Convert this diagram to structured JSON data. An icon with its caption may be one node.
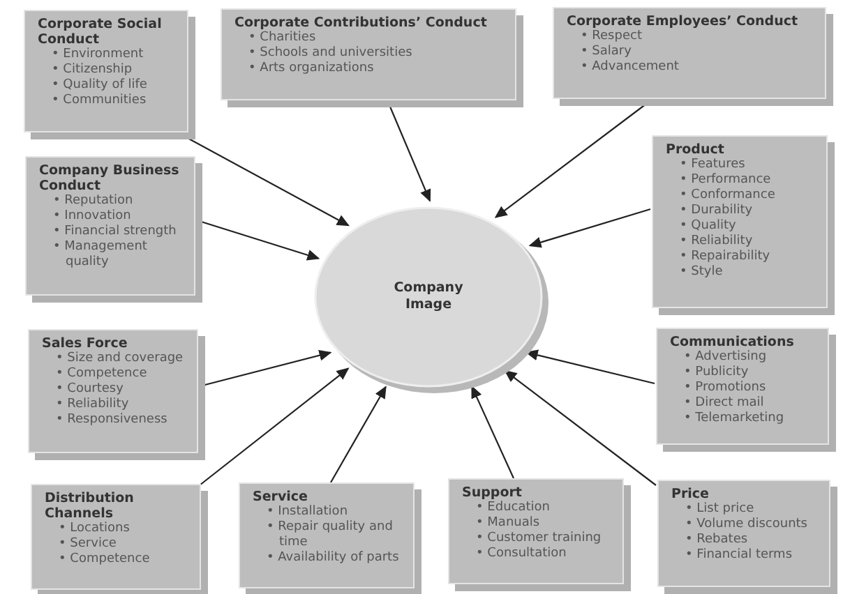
{
  "diagram": {
    "nodes": [
      {
        "text": [
          "Corporate Social Conduct",
          "• Environment",
          "• Citizenship",
          "• Quality of life",
          "• Communities"
        ]
      },
      {
        "text": [
          "Corporate Contributions’ Conduct",
          "• Charities",
          "• Schools and universities",
          "• Arts organizations"
        ]
      },
      {
        "text": [
          "Corporate Employees’ Conduct",
          "• Respect",
          "• Salary",
          "• Advancement"
        ]
      },
      {
        "text": [
          "Company Business Conduct",
          "• Reputation",
          "• Innovation",
          "• Financial strength",
          "• Management quality"
        ]
      },
      {
        "text": [
          "Product",
          "• Features",
          "• Performance",
          "• Conformance",
          "• Durability",
          "• Quality",
          "• Reliability",
          "• Repairability",
          "• Style"
        ]
      },
      {
        "text": [
          "Sales Force",
          "• Size and coverage",
          "• Competence",
          "• Courtesy",
          "• Reliability",
          "• Responsiveness"
        ]
      },
      {
        "text": [
          "Communications",
          "• Advertising",
          "• Publicity",
          "• Promotions",
          "• Direct mail",
          "• Telemarketing"
        ]
      },
      {
        "text": [
          "Distribution Channels",
          "• Locations",
          "• Service",
          "• Competence"
        ]
      },
      {
        "text": [
          "Service",
          "• Installation",
          "• Repair quality and time",
          "• Availability of parts"
        ]
      },
      {
        "text": [
          "Support",
          "• Education",
          "• Manuals",
          "• Customer training",
          "• Consultation"
        ]
      },
      {
        "text": [
          "Price",
          "• List price",
          "• Volume discounts",
          "• Rebates",
          "• Financial terms"
        ]
      },
      {
        "text": [
          "Company Image"
        ]
      }
    ],
    "edges": [
      {
        "from": 0,
        "to": 11,
        "arrow": "to"
      },
      {
        "from": 1,
        "to": 11,
        "arrow": "to"
      },
      {
        "from": 2,
        "to": 11,
        "arrow": "to"
      },
      {
        "from": 3,
        "to": 11,
        "arrow": "to"
      },
      {
        "from": 4,
        "to": 11,
        "arrow": "to"
      },
      {
        "from": 5,
        "to": 11,
        "arrow": "to"
      },
      {
        "from": 6,
        "to": 11,
        "arrow": "to"
      },
      {
        "from": 7,
        "to": 11,
        "arrow": "to"
      },
      {
        "from": 8,
        "to": 11,
        "arrow": "to"
      },
      {
        "from": 9,
        "to": 11,
        "arrow": "to"
      },
      {
        "from": 10,
        "to": 11,
        "arrow": "to"
      }
    ]
  }
}
